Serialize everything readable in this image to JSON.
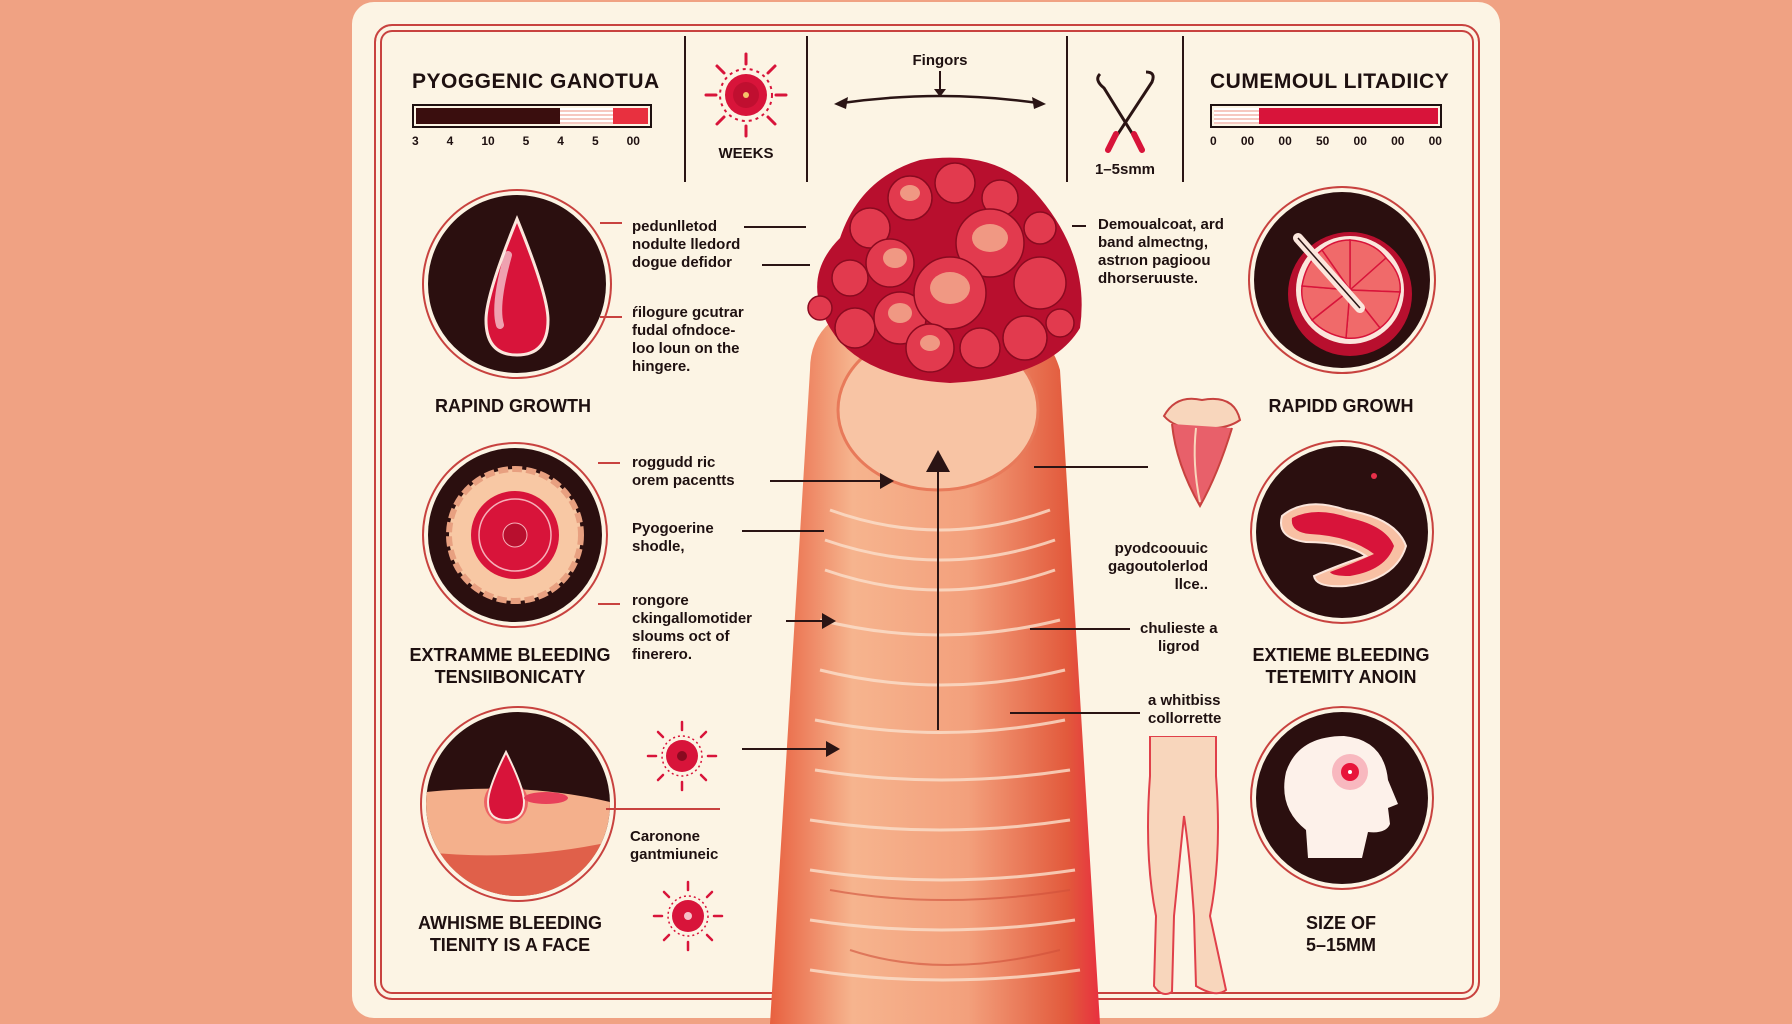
{
  "colors": {
    "background": "#f0a283",
    "card": "#fcf4e4",
    "frame": "#c8423f",
    "dark": "#2b0f0f",
    "accent_red": "#d8143a",
    "skin": "#f08a68"
  },
  "header": {
    "left_panel": {
      "title": "PYOGGENIC GANOTUA",
      "bar_segments": [
        {
          "color": "#3a0e0e",
          "fraction": 0.62
        },
        {
          "color": "#f6c8c0",
          "fraction": 0.23,
          "striped": true
        },
        {
          "color": "#e8303f",
          "fraction": 0.15
        }
      ],
      "tick_labels": [
        "3",
        "4",
        "10",
        "5",
        "4",
        "5",
        "00"
      ]
    },
    "weeks_icon": {
      "icon": "virus-cell-icon",
      "label": "WEEKS"
    },
    "center_label": {
      "label": "Fingors",
      "icon": "double-arrow-icon"
    },
    "instrument": {
      "icon": "forceps-icon",
      "label": "1–5smm"
    },
    "right_panel": {
      "title": "CUMEMOUL LITADIICY",
      "bar_segments": [
        {
          "color": "#f6c8c0",
          "fraction": 0.2,
          "striped": true
        },
        {
          "color": "#d8143a",
          "fraction": 0.8
        }
      ],
      "tick_labels": [
        "0",
        "00",
        "00",
        "50",
        "00",
        "00",
        "00"
      ]
    }
  },
  "left_column": [
    {
      "icon": "blood-drop-icon",
      "caption": [
        "RAPIND GROWTH"
      ]
    },
    {
      "icon": "ulcerated-lesion-icon",
      "caption": [
        "EXTRAMME BLEEDING",
        "TENSIIBONICATY"
      ]
    },
    {
      "icon": "bleeding-skin-icon",
      "caption": [
        "AWHISME BLEEDING",
        "TIENITY IS A FACE"
      ]
    }
  ],
  "right_column": [
    {
      "icon": "grapefruit-scalpel-icon",
      "caption": [
        "RAPIDD GROWH"
      ]
    },
    {
      "icon": "tissue-slice-icon",
      "caption": [
        "EXTIEME BLEEDING",
        "TETEMITY ANOIN"
      ]
    },
    {
      "icon": "head-silhouette-icon",
      "caption": [
        "SIZE OF",
        "5–15MM"
      ]
    }
  ],
  "left_annotations": [
    {
      "lines": [
        "pedunlletod",
        "nodulte lledoɾd",
        "dogue defidor"
      ]
    },
    {
      "lines": [
        "ŕilogure gcutrar",
        "fudal ofndoce-",
        "loo loun on the",
        "hingere."
      ]
    },
    {
      "lines": [
        "roggudd ric",
        "orem pacentts"
      ]
    },
    {
      "lines": [
        "Pyogoerine",
        "shodle,"
      ]
    },
    {
      "lines": [
        "rongore",
        "ckingallomotider",
        "sloums oct of",
        "finerero."
      ]
    },
    {
      "lines": [
        "Caronone",
        "gantmiuneic"
      ]
    }
  ],
  "right_annotations": [
    {
      "lines": [
        "Demoualcoat, ard",
        "band almectng,",
        "astrıon pagioou",
        "dhorseruuste."
      ]
    },
    {
      "lines": [
        "pyodcoouuic",
        "gagoutolerlod",
        "llce.."
      ]
    },
    {
      "lines": [
        "chulieste a",
        "ligrod"
      ]
    },
    {
      "lines": [
        "a whitbiss",
        "collorrette"
      ]
    }
  ],
  "center": {
    "nodule": "pyogenic-granuloma-nodule",
    "finger": "finger-illustration"
  },
  "extra_icons": [
    "lip-tissue-icon",
    "legs-figure-icon",
    "small-virus-icon-1",
    "small-virus-icon-2"
  ]
}
